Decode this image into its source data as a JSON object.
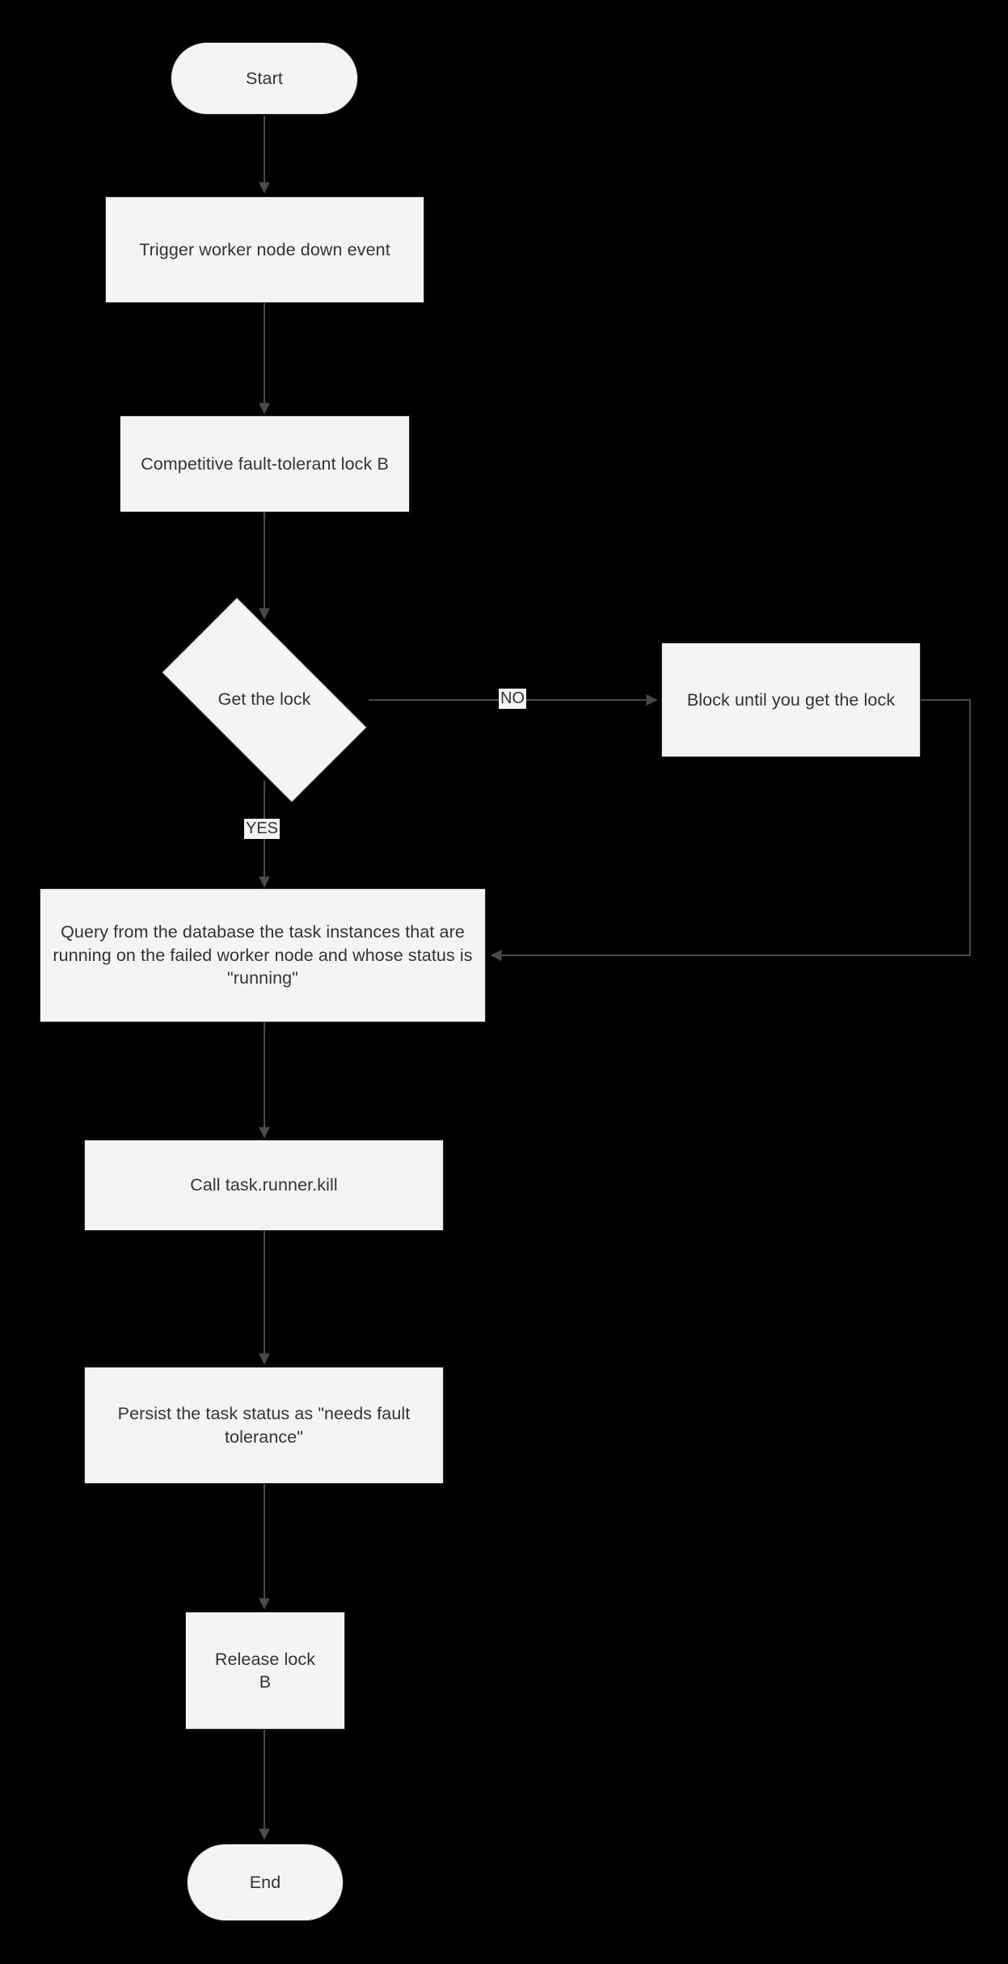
{
  "diagram": {
    "type": "flowchart",
    "orientation": "top-to-bottom",
    "background_color": "#000000",
    "node_fill_color": "#f4f4f4",
    "node_border_color": "#2b2b2b",
    "text_color": "#333333",
    "edge_color": "#4a4a4a"
  },
  "nodes": [
    {
      "id": "start",
      "shape": "stadium",
      "label": "Start"
    },
    {
      "id": "trigger",
      "shape": "rect",
      "label": "Trigger worker node down event"
    },
    {
      "id": "lock",
      "shape": "rect",
      "label": "Competitive fault-tolerant lock B"
    },
    {
      "id": "decision",
      "shape": "diamond",
      "label": "Get the lock"
    },
    {
      "id": "block",
      "shape": "rect",
      "label": "Block until you get the lock"
    },
    {
      "id": "query",
      "shape": "rect",
      "label": "Query from the database the task instances that are running on the failed worker node and whose status is \"running\""
    },
    {
      "id": "kill",
      "shape": "rect",
      "label": "Call task.runner.kill"
    },
    {
      "id": "persist",
      "shape": "rect",
      "label": "Persist the task status as \"needs fault tolerance\""
    },
    {
      "id": "release",
      "shape": "rect",
      "label": "Release lock\nB"
    },
    {
      "id": "end",
      "shape": "stadium",
      "label": "End"
    }
  ],
  "edges": [
    {
      "from": "start",
      "to": "trigger",
      "label": ""
    },
    {
      "from": "trigger",
      "to": "lock",
      "label": ""
    },
    {
      "from": "lock",
      "to": "decision",
      "label": ""
    },
    {
      "from": "decision",
      "to": "block",
      "label": "NO"
    },
    {
      "from": "decision",
      "to": "query",
      "label": "YES"
    },
    {
      "from": "block",
      "to": "query",
      "label": ""
    },
    {
      "from": "query",
      "to": "kill",
      "label": ""
    },
    {
      "from": "kill",
      "to": "persist",
      "label": ""
    },
    {
      "from": "persist",
      "to": "release",
      "label": ""
    },
    {
      "from": "release",
      "to": "end",
      "label": ""
    }
  ],
  "edge_labels": {
    "no": "NO",
    "yes": "YES"
  },
  "node_labels": {
    "start": "Start",
    "trigger": "Trigger worker node down event",
    "lock": "Competitive fault-tolerant lock B",
    "decision": "Get the lock",
    "block": "Block until you get the lock",
    "query": "Query from the database the task instances that are running on the failed worker node and whose status is \"running\"",
    "kill": "Call task.runner.kill",
    "persist": "Persist the task status as \"needs fault tolerance\"",
    "release_line1": "Release lock",
    "release_line2": "B",
    "end": "End"
  }
}
